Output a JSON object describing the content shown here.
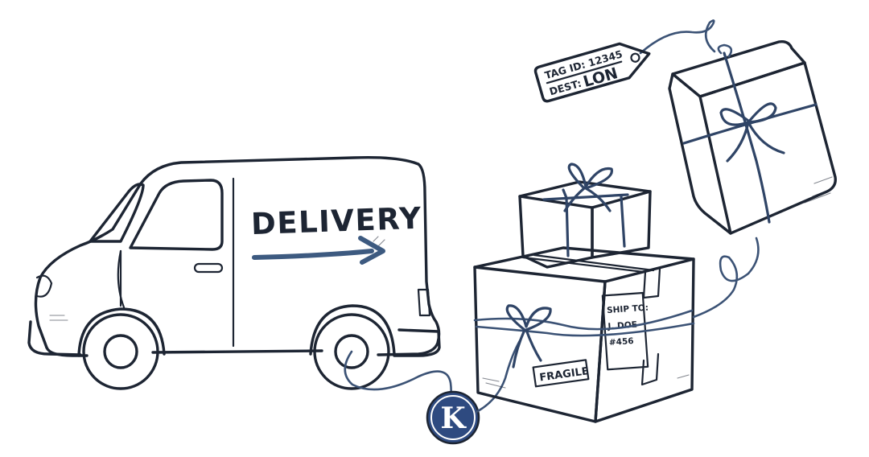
{
  "van": {
    "side_text": "DELIVERY"
  },
  "luggage_tag": {
    "line1": "TAG ID: 12345",
    "line2_label": "DEST:",
    "line2_value": "LON"
  },
  "box_label": {
    "line1": "SHIP TO:",
    "line2": "J. DOE",
    "line3": "#456"
  },
  "fragile_sticker": {
    "text": "FRAGILE"
  },
  "logo": {
    "letter": "K"
  },
  "colors": {
    "ink": "#1d2533",
    "string": "#3b5275",
    "arrow": "#3d5a80",
    "logo_fill": "#2e4a80"
  }
}
